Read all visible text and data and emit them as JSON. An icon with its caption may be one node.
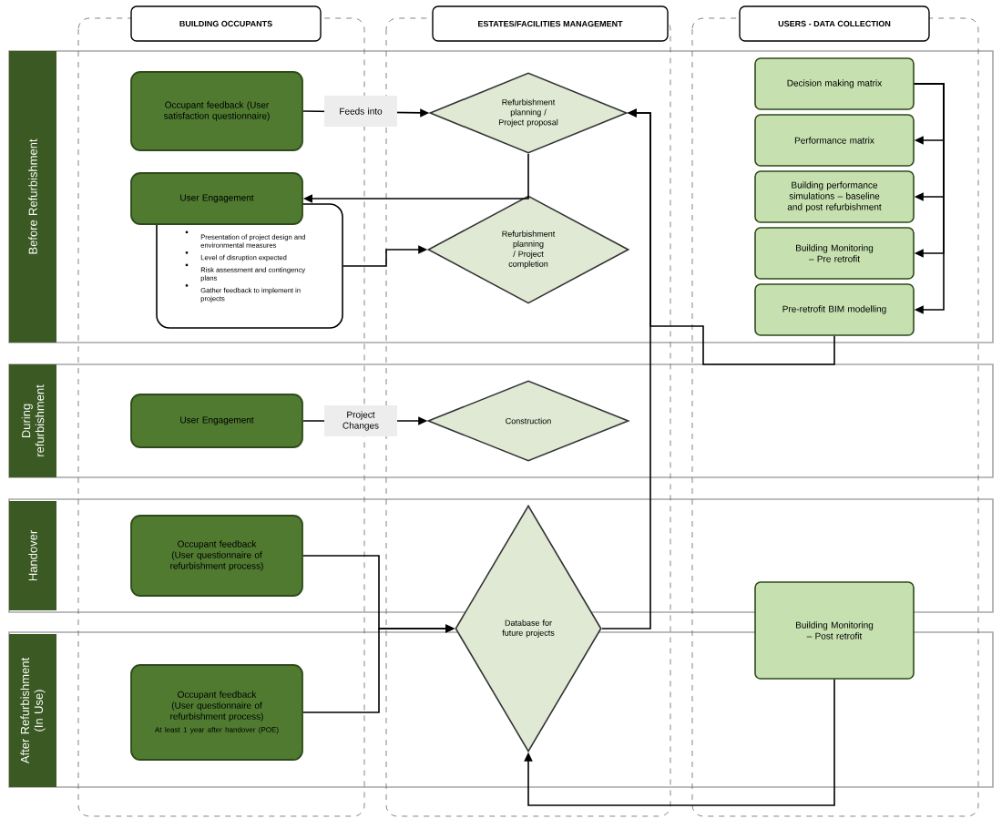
{
  "diagram": {
    "nodes": [
      {
        "text": [
          "BUILDING OCCUPANTS"
        ]
      },
      {
        "text": [
          "ESTATES/FACILITIES MANAGEMENT"
        ]
      },
      {
        "text": [
          "USERS - DATA COLLECTION"
        ]
      },
      {
        "text": [
          "Before Refurbishment"
        ]
      },
      {
        "text": [
          "During refurbishment"
        ]
      },
      {
        "text": [
          "Handover"
        ]
      },
      {
        "text": [
          "After Refurbishment (In Use)"
        ]
      },
      {
        "text": [
          "Occupant feedback (User satisfaction questionnaire)"
        ]
      },
      {
        "text": [
          "Refurbishment planning / Project proposal"
        ]
      },
      {
        "text": [
          "User Engagement"
        ]
      },
      {
        "text": [
          "Presentation of project design and environmental measures",
          "Level of disruption expected",
          "Risk assessment and contingency plans",
          "Gather feedback to implement in projects"
        ]
      },
      {
        "text": [
          "Refurbishment planning / Project completion"
        ]
      },
      {
        "text": [
          "Decision making matrix"
        ]
      },
      {
        "text": [
          "Performance matrix"
        ]
      },
      {
        "text": [
          "Building performance simulations – baseline and post refurbishment"
        ]
      },
      {
        "text": [
          "Building Monitoring – Pre retrofit"
        ]
      },
      {
        "text": [
          "Pre-retrofit BIM modelling"
        ]
      },
      {
        "text": [
          "User Engagement"
        ]
      },
      {
        "text": [
          "Construction"
        ]
      },
      {
        "text": [
          "Occupant feedback (User questionnaire of refurbishment process)"
        ]
      },
      {
        "text": [
          "Occupant feedback (User questionnaire of refurbishment process)",
          "At least 1 year after handover (POE)"
        ]
      },
      {
        "text": [
          "Database for future projects"
        ]
      },
      {
        "text": [
          "Building Monitoring – Post retrofit"
        ]
      }
    ],
    "edges": [
      {
        "from": 7,
        "to": 8,
        "arrow": "to",
        "label": "Feeds into"
      },
      {
        "from": 8,
        "to": 9,
        "arrow": "to"
      },
      {
        "from": 10,
        "to": 11,
        "arrow": "to"
      },
      {
        "from": 12,
        "to": 13,
        "arrow": "to"
      },
      {
        "from": 12,
        "to": 14,
        "arrow": "to"
      },
      {
        "from": 12,
        "to": 15,
        "arrow": "to"
      },
      {
        "from": 12,
        "to": 16,
        "arrow": "to"
      },
      {
        "from": 16,
        "to": 8,
        "arrow": "to"
      },
      {
        "from": 21,
        "to": 8,
        "arrow": "to"
      },
      {
        "from": 17,
        "to": 18,
        "arrow": "to",
        "label": "Project Changes"
      },
      {
        "from": 19,
        "to": 21,
        "arrow": "to"
      },
      {
        "from": 20,
        "to": 21,
        "arrow": "to"
      },
      {
        "from": 22,
        "to": 21,
        "arrow": "to"
      }
    ]
  }
}
